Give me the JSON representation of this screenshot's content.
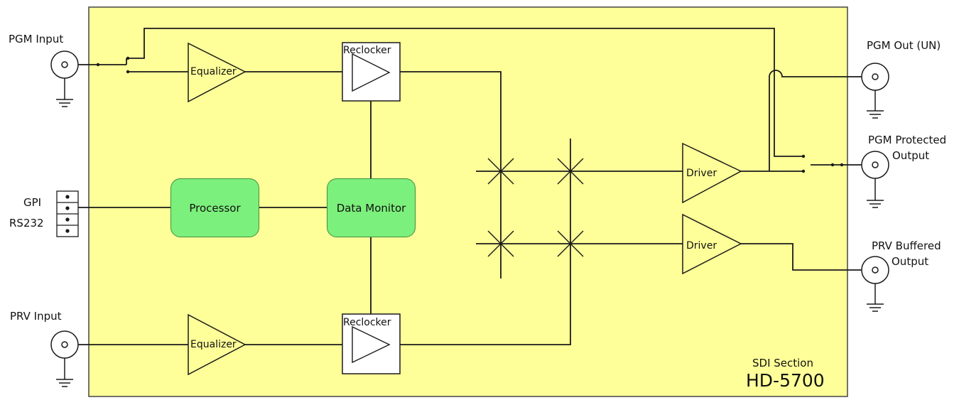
{
  "inputs": {
    "pgm_input": "PGM Input",
    "prv_input": "PRV Input",
    "gpi": "GPI",
    "rs232": "RS232"
  },
  "outputs": {
    "pgm_out_un": "PGM Out (UN)",
    "pgm_protected_line1": "PGM Protected",
    "pgm_protected_line2": "Output",
    "prv_buffered_line1": "PRV Buffered",
    "prv_buffered_line2": "Output"
  },
  "blocks": {
    "equalizer_top": "Equalizer",
    "equalizer_bottom": "Equalizer",
    "reclocker_top": "Reclocker",
    "reclocker_bottom": "Reclocker",
    "processor": "Processor",
    "data_monitor": "Data Monitor",
    "driver_top": "Driver",
    "driver_bottom": "Driver"
  },
  "footer": {
    "section": "SDI Section",
    "model": "HD-5700"
  },
  "colors": {
    "panel_fill": "#ffff99",
    "block_green": "#7cf07c",
    "line": "#1a1a1a"
  },
  "icons": [
    "bnc-connector-icon",
    "ground-icon",
    "switch-icon",
    "crosspoint-icon",
    "gpi-port-icon"
  ]
}
